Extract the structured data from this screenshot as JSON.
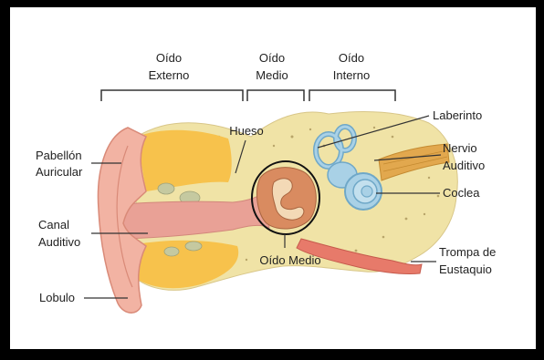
{
  "sections": [
    {
      "line1": "Oído",
      "line2": "Externo"
    },
    {
      "line1": "Oído",
      "line2": "Medio"
    },
    {
      "line1": "Oído",
      "line2": "Interno"
    }
  ],
  "labels": {
    "pabellon_1": "Pabellón",
    "pabellon_2": "Auricular",
    "canal_1": "Canal",
    "canal_2": "Auditivo",
    "lobulo": "Lobulo",
    "hueso": "Hueso",
    "oido_medio": "Oído Medio",
    "laberinto": "Laberinto",
    "nervio_1": "Nervio",
    "nervio_2": "Auditivo",
    "coclea": "Coclea",
    "trompa_1": "Trompa de",
    "trompa_2": "Eustaquio"
  },
  "colors": {
    "skin": "#f2b3a3",
    "skin_dark": "#d98a78",
    "bone": "#f0e3a6",
    "fat": "#f7c24c",
    "canal": "#e9a196",
    "labyrinth": "#a9d1e6",
    "labyrinth_dark": "#6fa8c8",
    "nerve": "#e2a84e",
    "tube": "#e77a6a"
  }
}
